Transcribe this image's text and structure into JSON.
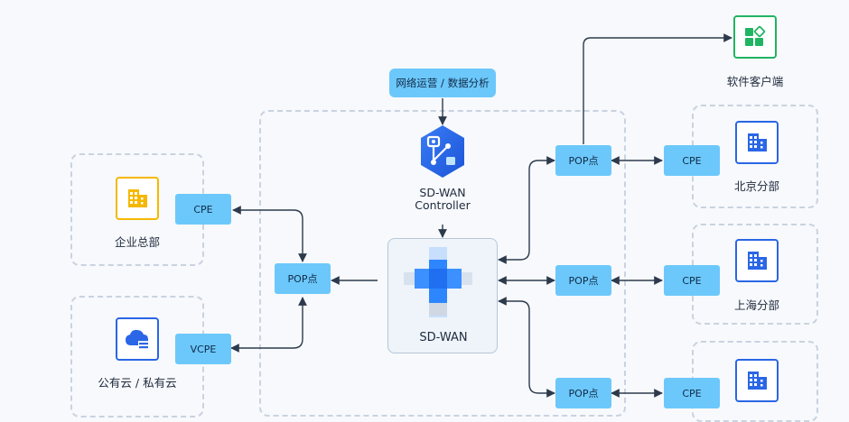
{
  "nodes": {
    "ops": "网络运营 / 数据分析",
    "controller": [
      "SD-WAN",
      "Controller"
    ],
    "sdwan": "SD-WAN",
    "pop": "POP点",
    "cpe": "CPE",
    "vcpe": "VCPE",
    "hq": "企业总部",
    "cloud": "公有云 / 私有云",
    "soft": "软件客户端",
    "beijing": "北京分部",
    "shanghai": "上海分部"
  },
  "colors": {
    "accent": "#6cc8fb",
    "icon_blue": "#2a66e6",
    "icon_yellow": "#f5b800",
    "icon_green": "#20b463",
    "line": "#2d3a4c",
    "dash": "#c9d3e0"
  }
}
